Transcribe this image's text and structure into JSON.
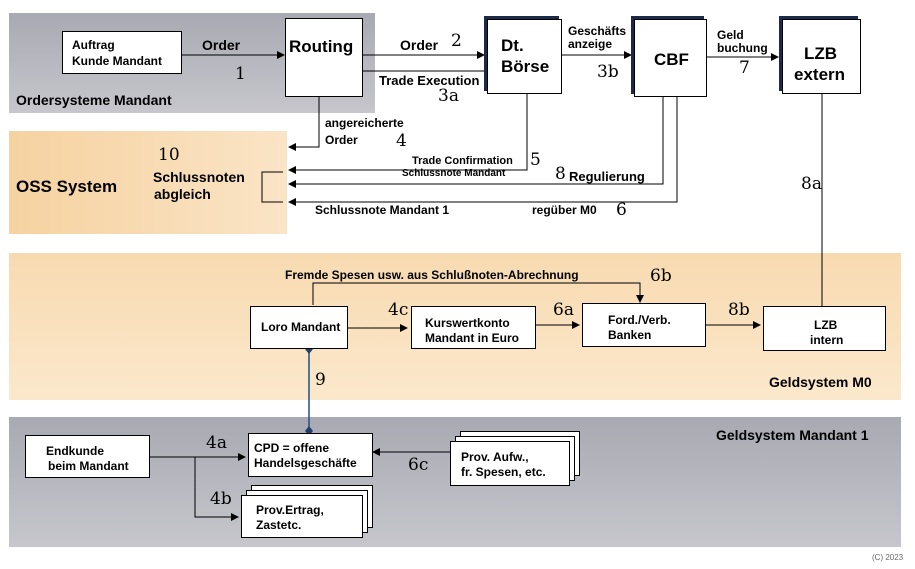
{
  "regions": {
    "ordersysteme": "Ordersysteme Mandant",
    "oss": "OSS System",
    "geldsystem_m0": "Geldsystem M0",
    "geldsystem_mandant": "Geldsystem Mandant 1"
  },
  "boxes": {
    "auftrag": [
      "Auftrag",
      "Kunde Mandant"
    ],
    "routing": "Routing",
    "dtboerse": [
      "Dt.",
      "Börse"
    ],
    "cbf": "CBF",
    "lzb_extern": [
      "LZB",
      "extern"
    ],
    "schlussnoten_abgleich": [
      "Schlussnoten",
      "abgleich"
    ],
    "loro": "Loro Mandant",
    "kurswertkonto": [
      "Kurswertkonto",
      "Mandant in Euro"
    ],
    "ford_verb": [
      "Ford./Verb.",
      "Banken"
    ],
    "lzb_intern": [
      "LZB",
      "intern"
    ],
    "endkunde": [
      "Endkunde",
      "beim Mandant"
    ],
    "cpd": [
      "CPD =  offene",
      "Handelsgeschäfte"
    ],
    "prov_ertrag": [
      "Prov.Ertrag,",
      "Zastetc."
    ],
    "prov_aufw": [
      "Prov. Aufw.,",
      "fr. Spesen,  etc."
    ]
  },
  "labels": {
    "order1": "Order",
    "order2": "Order",
    "trade_execution": "Trade Execution",
    "geschaefts": "Geschäfts",
    "anzeige": "anzeige",
    "geld": "Geld",
    "buchung": "buchung",
    "angereicherte": "angereicherte",
    "order_small": "Order",
    "trade_confirmation": "Trade  Confirmation",
    "schlussnote_mandant_small": "Schlussnote Mandant",
    "regulierung": "Regulierung",
    "schlussnote_mandant_1": "Schlussnote Mandant  1",
    "reguber": "regüber M0",
    "fremde_spesen": "Fremde Spesen usw. aus  Schlußnoten-Abrechnung",
    "copyright": "(C) 2023"
  },
  "numbers": {
    "n1": "1",
    "n2": "2",
    "n3a": "3a",
    "n3b": "3b",
    "n4": "4",
    "n4a": "4a",
    "n4b": "4b",
    "n4c": "4c",
    "n5": "5",
    "n6": "6",
    "n6a": "6a",
    "n6b": "6b",
    "n6c": "6c",
    "n7": "7",
    "n8": "8",
    "n8a": "8a",
    "n8b": "8b",
    "n9": "9",
    "n10": "10"
  },
  "colors": {
    "gray_band": "#b8b8c0",
    "orange_band": "#f8dcb0",
    "oss_band": "#f8d8a8",
    "line": "#000000",
    "blue_connector": "#1f4f8a",
    "thick_shadow": "#1a2a4a"
  }
}
